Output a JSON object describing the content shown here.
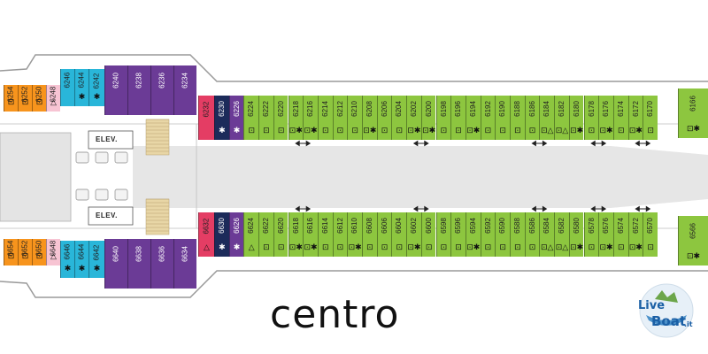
{
  "colors": {
    "green": "#8dc63f",
    "purple": "#6b3b96",
    "navy": "#1c2b5a",
    "pink": "#e43d64",
    "lightpink": "#f7c4d3",
    "cyan": "#29b6d9",
    "orange": "#f7941d",
    "outline": "#999999",
    "corridor": "#e9e9e9"
  },
  "legend": {
    "elevator_top": "ELEV.",
    "elevator_bottom": "ELEV."
  },
  "title": "centro",
  "logo": {
    "line1": "Live",
    "line2": "Boat",
    "suffix": ".it"
  },
  "top_row": [
    {
      "n": "6230",
      "c": "navy",
      "s": "✱"
    },
    {
      "n": "6226",
      "c": "purple",
      "s": "✱"
    },
    {
      "n": "6224",
      "c": "green",
      "s": "⊡"
    },
    {
      "n": "6222",
      "c": "green",
      "s": "⊡"
    },
    {
      "n": "6220",
      "c": "green",
      "s": "⊡"
    },
    {
      "n": "6218",
      "c": "green",
      "s": "⊡✱"
    },
    {
      "n": "6216",
      "c": "green",
      "s": "⊡✱"
    },
    {
      "n": "6214",
      "c": "green",
      "s": "⊡"
    },
    {
      "n": "6212",
      "c": "green",
      "s": "⊡"
    },
    {
      "n": "6210",
      "c": "green",
      "s": "⊡"
    },
    {
      "n": "6208",
      "c": "green",
      "s": "⊡✱"
    },
    {
      "n": "6206",
      "c": "green",
      "s": "⊡"
    },
    {
      "n": "6204",
      "c": "green",
      "s": "⊡"
    },
    {
      "n": "6202",
      "c": "green",
      "s": "⊡✱"
    },
    {
      "n": "6200",
      "c": "green",
      "s": "⊡✱"
    },
    {
      "n": "6198",
      "c": "green",
      "s": "⊡"
    },
    {
      "n": "6196",
      "c": "green",
      "s": "⊡"
    },
    {
      "n": "6194",
      "c": "green",
      "s": "⊡✱"
    },
    {
      "n": "6192",
      "c": "green",
      "s": "⊡"
    },
    {
      "n": "6190",
      "c": "green",
      "s": "⊡"
    },
    {
      "n": "6188",
      "c": "green",
      "s": "⊡"
    },
    {
      "n": "6186",
      "c": "green",
      "s": "⊡"
    },
    {
      "n": "6184",
      "c": "green",
      "s": "⊡△"
    },
    {
      "n": "6182",
      "c": "green",
      "s": "⊡△"
    },
    {
      "n": "6180",
      "c": "green",
      "s": "⊡✱"
    },
    {
      "n": "6178",
      "c": "green",
      "s": "⊡"
    },
    {
      "n": "6176",
      "c": "green",
      "s": "⊡✱"
    },
    {
      "n": "6174",
      "c": "green",
      "s": "⊡"
    },
    {
      "n": "6172",
      "c": "green",
      "s": "⊡✱"
    },
    {
      "n": "6170",
      "c": "green",
      "s": "⊡"
    }
  ],
  "bottom_row": [
    {
      "n": "6630",
      "c": "navy",
      "s": "✱"
    },
    {
      "n": "6626",
      "c": "purple",
      "s": "✱"
    },
    {
      "n": "6624",
      "c": "green",
      "s": "△"
    },
    {
      "n": "6622",
      "c": "green",
      "s": "⊡"
    },
    {
      "n": "6620",
      "c": "green",
      "s": "⊡"
    },
    {
      "n": "6618",
      "c": "green",
      "s": "⊡✱"
    },
    {
      "n": "6616",
      "c": "green",
      "s": "⊡✱"
    },
    {
      "n": "6614",
      "c": "green",
      "s": "⊡"
    },
    {
      "n": "6612",
      "c": "green",
      "s": "⊡"
    },
    {
      "n": "6610",
      "c": "green",
      "s": "⊡✱"
    },
    {
      "n": "6608",
      "c": "green",
      "s": "⊡"
    },
    {
      "n": "6606",
      "c": "green",
      "s": "⊡"
    },
    {
      "n": "6604",
      "c": "green",
      "s": "⊡"
    },
    {
      "n": "6602",
      "c": "green",
      "s": "⊡✱"
    },
    {
      "n": "6600",
      "c": "green",
      "s": "⊡"
    },
    {
      "n": "6598",
      "c": "green",
      "s": "⊡"
    },
    {
      "n": "6596",
      "c": "green",
      "s": "⊡"
    },
    {
      "n": "6594",
      "c": "green",
      "s": "⊡✱"
    },
    {
      "n": "6592",
      "c": "green",
      "s": "⊡"
    },
    {
      "n": "6590",
      "c": "green",
      "s": "⊡"
    },
    {
      "n": "6588",
      "c": "green",
      "s": "⊡"
    },
    {
      "n": "6586",
      "c": "green",
      "s": "⊡"
    },
    {
      "n": "6584",
      "c": "green",
      "s": "⊡△"
    },
    {
      "n": "6582",
      "c": "green",
      "s": "⊡△"
    },
    {
      "n": "6580",
      "c": "green",
      "s": "⊡✱"
    },
    {
      "n": "6578",
      "c": "green",
      "s": "⊡"
    },
    {
      "n": "6576",
      "c": "green",
      "s": "⊡✱"
    },
    {
      "n": "6574",
      "c": "green",
      "s": "⊡"
    },
    {
      "n": "6572",
      "c": "green",
      "s": "⊡✱"
    },
    {
      "n": "6570",
      "c": "green",
      "s": "⊡"
    }
  ],
  "top_end": {
    "n": "6166",
    "s": "⊡✱"
  },
  "bottom_end": {
    "n": "6566",
    "s": "⊡✱"
  },
  "top_pink": {
    "n": "6232"
  },
  "bottom_pink": {
    "n": "6632",
    "s": "△"
  },
  "top_aft": [
    {
      "n": "6234",
      "c": "purple",
      "s": ""
    },
    {
      "n": "6236",
      "c": "purple",
      "s": ""
    },
    {
      "n": "6238",
      "c": "purple",
      "s": ""
    },
    {
      "n": "6240",
      "c": "purple",
      "s": ""
    },
    {
      "n": "6242",
      "c": "cyan",
      "s": "✱"
    },
    {
      "n": "6244",
      "c": "cyan",
      "s": "✱"
    },
    {
      "n": "6246",
      "c": "cyan",
      "s": ""
    },
    {
      "n": "6248",
      "c": "lightpink",
      "s": "△"
    },
    {
      "n": "6250",
      "c": "orange",
      "s": "⊡"
    },
    {
      "n": "6252",
      "c": "orange",
      "s": "⊡"
    },
    {
      "n": "6254",
      "c": "orange",
      "s": "⊡"
    }
  ],
  "bottom_aft": [
    {
      "n": "6634",
      "c": "purple",
      "s": ""
    },
    {
      "n": "6636",
      "c": "purple",
      "s": ""
    },
    {
      "n": "6638",
      "c": "purple",
      "s": ""
    },
    {
      "n": "6640",
      "c": "purple",
      "s": ""
    },
    {
      "n": "6642",
      "c": "cyan",
      "s": "✱"
    },
    {
      "n": "6644",
      "c": "cyan",
      "s": "✱"
    },
    {
      "n": "6646",
      "c": "cyan",
      "s": "✱"
    },
    {
      "n": "6648",
      "c": "lightpink",
      "s": "△"
    },
    {
      "n": "6650",
      "c": "orange",
      "s": "⊡"
    },
    {
      "n": "6652",
      "c": "orange",
      "s": "⊡"
    },
    {
      "n": "6654",
      "c": "orange",
      "s": "⊡"
    }
  ],
  "connecting_doors_top": [
    "6218",
    "6202",
    "6186",
    "6178",
    "6172"
  ],
  "connecting_doors_bottom": [
    "6618",
    "6602",
    "6586",
    "6578",
    "6572"
  ]
}
